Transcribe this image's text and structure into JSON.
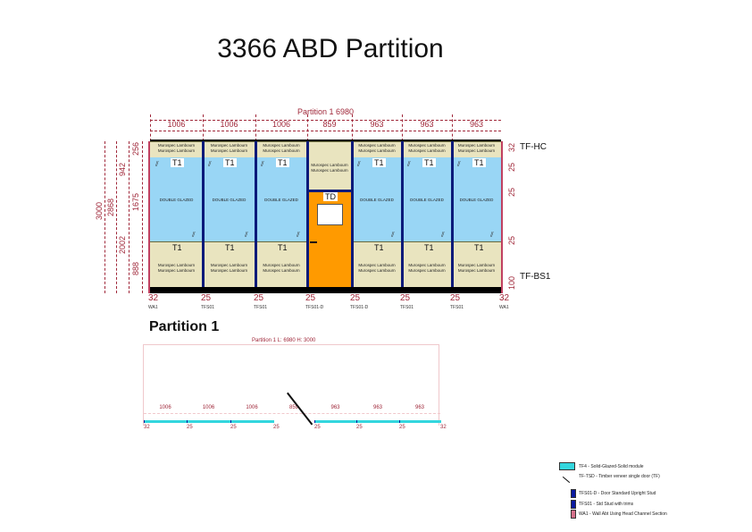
{
  "title": "3366 ABD Partition",
  "elevation": {
    "overall_label": "Partition 1  6980",
    "columns": [
      {
        "width": "1006",
        "type": "glazed",
        "tag": "T1",
        "glass_label": "DOUBLE GLAZED",
        "band": "Murospec Lambourn",
        "stud": "25",
        "stud_code": "TFS01"
      },
      {
        "width": "1006",
        "type": "glazed",
        "tag": "T1",
        "glass_label": "DOUBLE GLAZED",
        "band": "Murospec Lambourn",
        "stud": "25",
        "stud_code": "TFS01"
      },
      {
        "width": "1006",
        "type": "glazed",
        "tag": "T1",
        "glass_label": "DOUBLE GLAZED",
        "band": "Murospec Lambourn",
        "stud": "25",
        "stud_code": "TFS01-D"
      },
      {
        "width": "859",
        "type": "door",
        "tag": "TD",
        "band": "Murospec Lambourn",
        "stud": "25",
        "stud_code": "TFS01-D"
      },
      {
        "width": "963",
        "type": "glazed",
        "tag": "T1",
        "glass_label": "DOUBLE GLAZED",
        "band": "Murospec Lambourn",
        "stud": "25",
        "stud_code": "TFS01"
      },
      {
        "width": "963",
        "type": "glazed",
        "tag": "T1",
        "glass_label": "DOUBLE GLAZED",
        "band": "Murospec Lambourn",
        "stud": "25",
        "stud_code": "TFS01"
      },
      {
        "width": "963",
        "type": "glazed",
        "tag": "T1",
        "glass_label": "DOUBLE GLAZED",
        "band": "Murospec Lambourn",
        "stud": "32",
        "stud_code": "WA1"
      }
    ],
    "start_stud": "32",
    "start_code": "WA1",
    "left_dims": [
      "3000",
      "2868",
      "942",
      "256",
      "1675",
      "2002",
      "888"
    ],
    "right_dims": [
      "32",
      "25",
      "25",
      "25",
      "100"
    ],
    "head_label": "TF-HC",
    "base_label": "TF-BS1"
  },
  "plan": {
    "heading": "Partition 1",
    "label": "Partition 1  L: 6980   H: 3000",
    "widths": [
      "1006",
      "1006",
      "1006",
      "859",
      "963",
      "963",
      "963"
    ],
    "studs": [
      "32",
      "25",
      "25",
      "25",
      "25",
      "25",
      "25",
      "32"
    ]
  },
  "legend": [
    {
      "code": "TF4 - Solid-Glazed-Solid module",
      "color": "#33d6de",
      "icon": "cyan-swatch"
    },
    {
      "code": "TF-TSD - Timber veneer single door (TF)",
      "color": "#000000",
      "icon": "door-swing"
    },
    {
      "code": "TFS01-D - Door Standard Upright Stud",
      "color": "#0b1aa0",
      "icon": "blue-swatch"
    },
    {
      "code": "TFS01 - Std Stud with trims",
      "color": "#0b1aa0",
      "icon": "blue-swatch"
    },
    {
      "code": "WA1 - Wall Abt Using Head Channel Section",
      "color": "#d4708a",
      "icon": "pink-swatch"
    }
  ]
}
